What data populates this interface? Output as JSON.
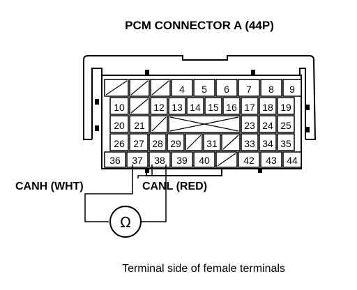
{
  "title": "PCM CONNECTOR A (44P)",
  "caption": "Terminal side of female terminals",
  "meter_symbol": "Ω",
  "labels": {
    "canh": "CANH (WHT)",
    "canl": "CANL (RED)"
  },
  "connector": {
    "row1": [
      "",
      "",
      "",
      "4",
      "5",
      "6",
      "7",
      "8",
      "9"
    ],
    "row2": [
      "10",
      "",
      "12",
      "13",
      "14",
      "15",
      "16",
      "17",
      "18",
      "19"
    ],
    "row3": [
      "20",
      "21",
      "",
      "",
      "",
      "",
      "",
      "23",
      "24",
      "25"
    ],
    "row4": [
      "26",
      "27",
      "28",
      "29",
      "",
      "31",
      "",
      "33",
      "34",
      "35"
    ],
    "row5": [
      "36",
      "37",
      "38",
      "39",
      "40",
      "",
      "42",
      "43",
      "44"
    ]
  }
}
